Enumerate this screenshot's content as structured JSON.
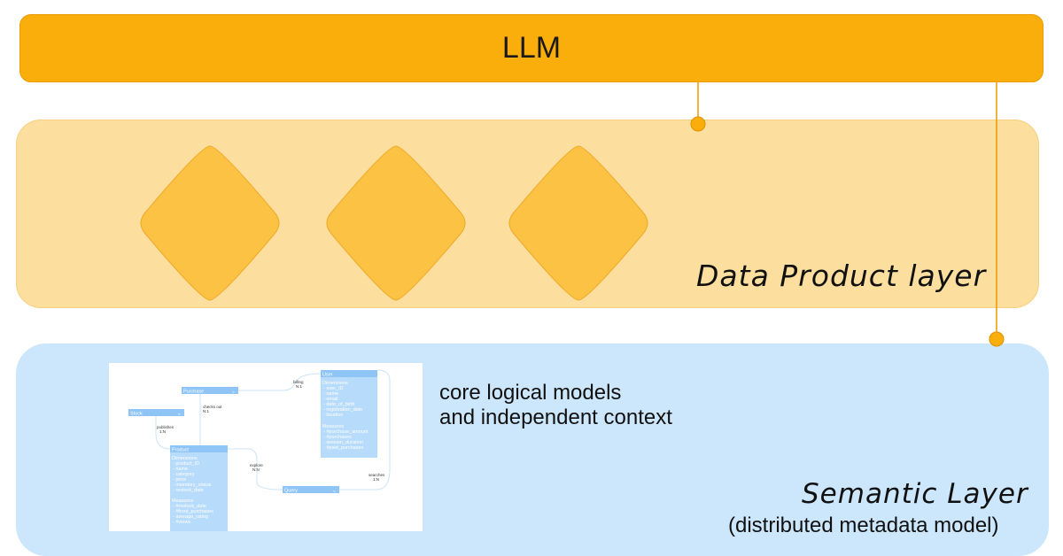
{
  "llm": {
    "label": "LLM"
  },
  "data_product_layer": {
    "label": "Data Product layer",
    "product_count": 3
  },
  "semantic_layer": {
    "label": "Semantic Layer",
    "sublabel": "(distributed metadata model)",
    "description_line1": "core logical models",
    "description_line2": "and independent context"
  },
  "colors": {
    "llm": "#f9ae0c",
    "data_product_bg": "#fcdf9e",
    "diamond": "#fbc244",
    "semantic_bg": "#cce6fb",
    "entity_header": "#8ec5f6",
    "entity_body": "#b7dbfa"
  },
  "model_diagram": {
    "entities": {
      "purchase": {
        "title": "Purchase"
      },
      "stock": {
        "title": "Stock"
      },
      "query": {
        "title": "Query"
      },
      "product": {
        "title": "Product",
        "dim_label": "Dimensions",
        "dims": [
          "- product_ID",
          "- name",
          "- category",
          "- price",
          "- inventory_status",
          "- restock_date"
        ],
        "meas_label": "Measures",
        "meas": [
          "- #restock_date",
          "- #front_purchases",
          "- average_rating",
          "- #views"
        ]
      },
      "user": {
        "title": "User",
        "dim_label": "Dimensions",
        "dims": [
          "- user_ID",
          "- name",
          "- email",
          "- date_of_birth",
          "- registration_date",
          "- location"
        ],
        "meas_label": "Measures",
        "meas": [
          "- #purchase_amount",
          "- #purchases",
          "- session_duration",
          "- #paid_purchases"
        ]
      }
    },
    "relations": {
      "billing": {
        "label": "billing",
        "card": "N:1"
      },
      "checks_out": {
        "label": "checks out",
        "card": "N:1"
      },
      "publishes": {
        "label": "publishes",
        "card": "1:N"
      },
      "explore": {
        "label": "explore",
        "card": "N:N"
      },
      "searches": {
        "label": "searches",
        "card": "1:N"
      }
    }
  }
}
